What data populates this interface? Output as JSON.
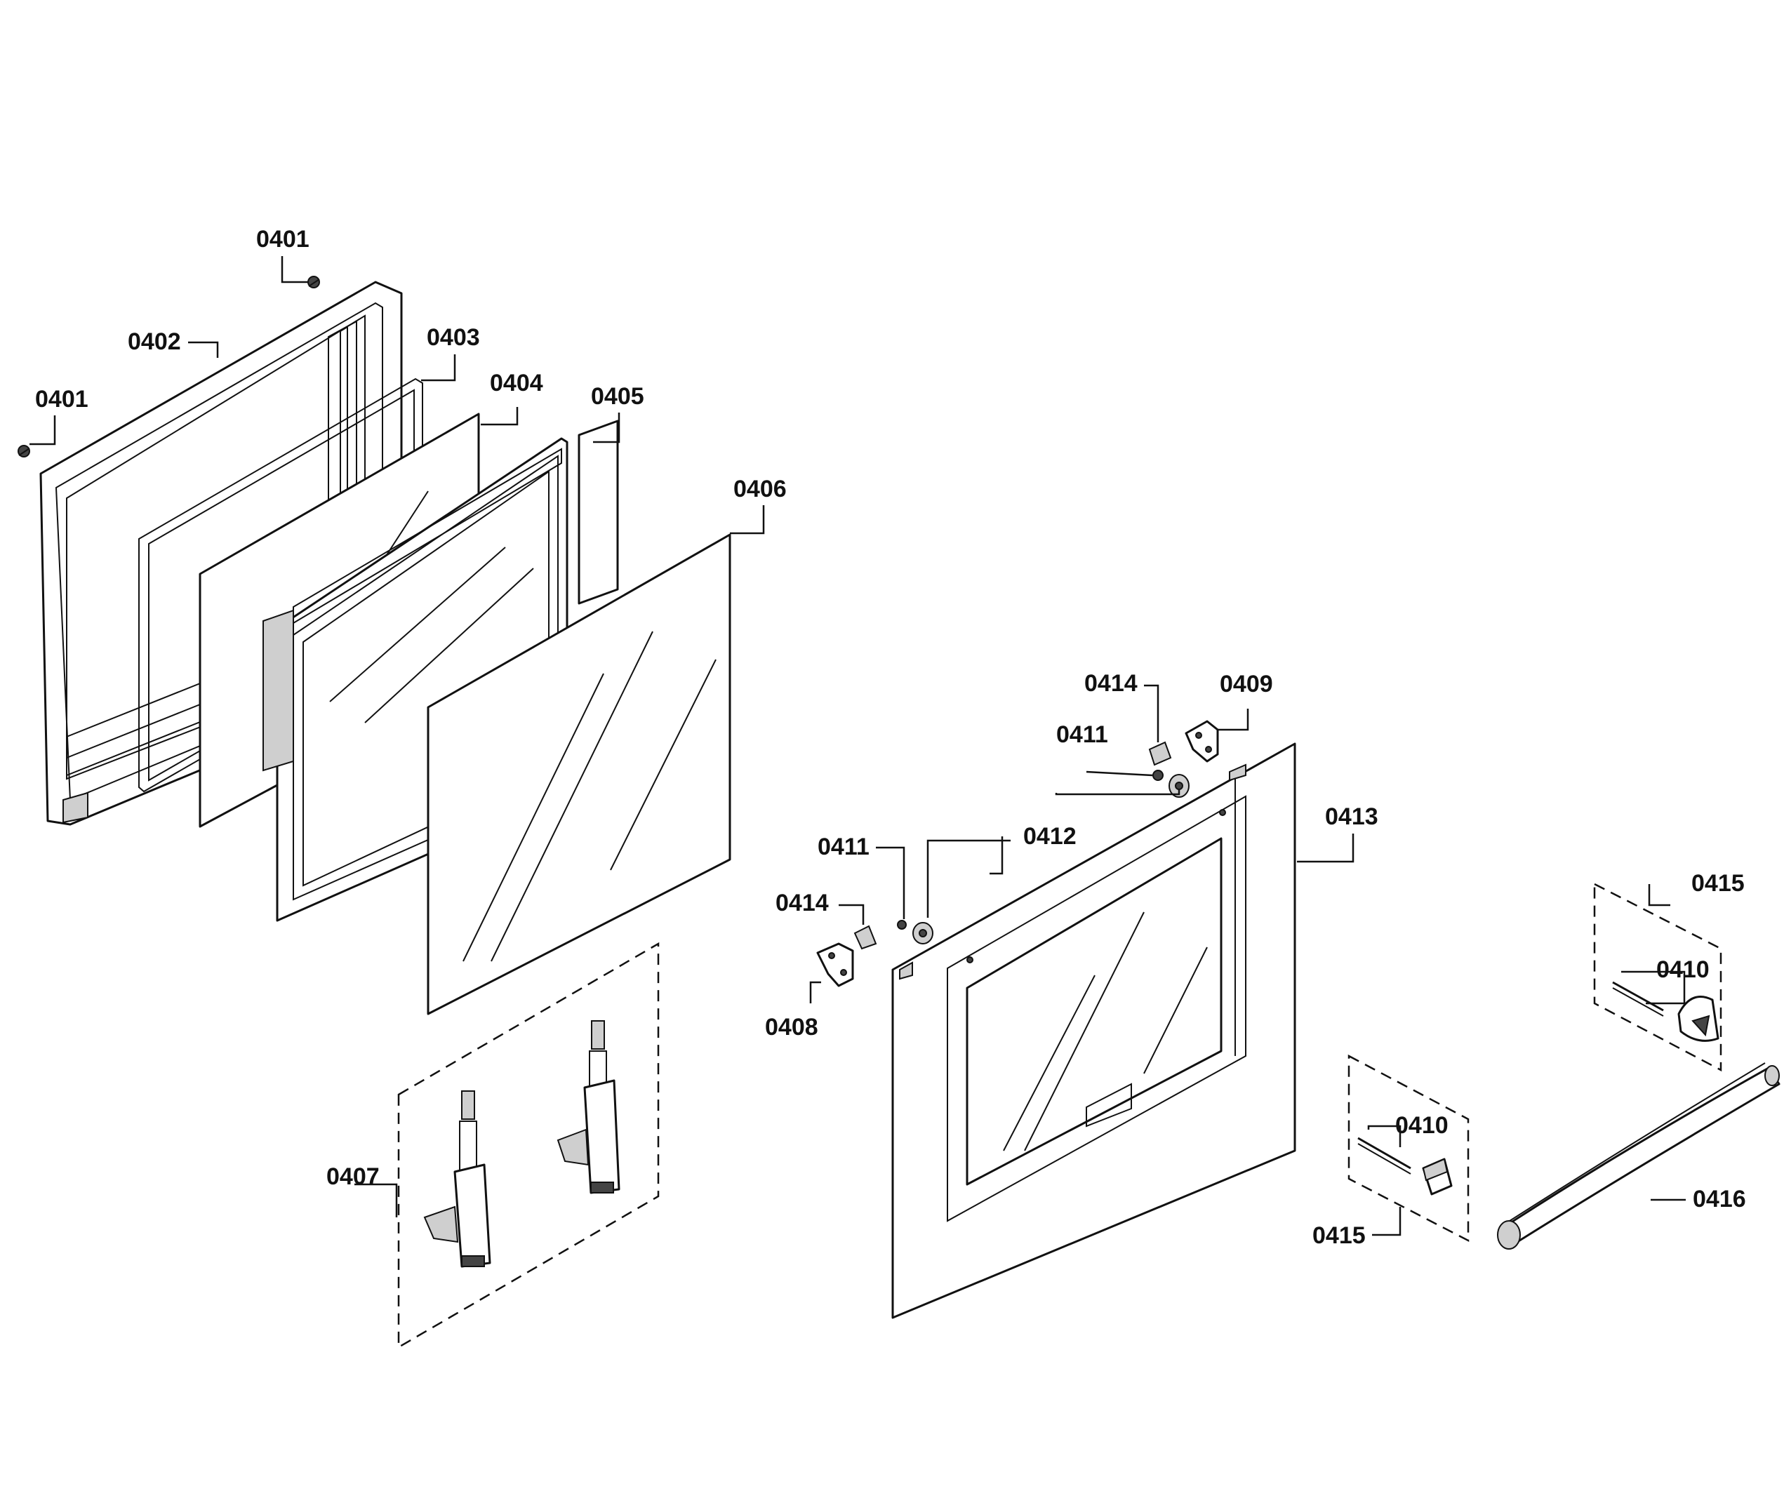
{
  "callouts": {
    "c0401a": "0401",
    "c0401b": "0401",
    "c0402": "0402",
    "c0403": "0403",
    "c0404": "0404",
    "c0405": "0405",
    "c0406": "0406",
    "c0407": "0407",
    "c0408": "0408",
    "c0409": "0409",
    "c0410a": "0410",
    "c0410b": "0410",
    "c0411a": "0411",
    "c0411b": "0411",
    "c0412": "0412",
    "c0413": "0413",
    "c0414a": "0414",
    "c0414b": "0414",
    "c0415a": "0415",
    "c0415b": "0415",
    "c0416": "0416"
  },
  "colors": {
    "line": "#111111",
    "background": "#ffffff",
    "shade": "#cfcfcf"
  }
}
